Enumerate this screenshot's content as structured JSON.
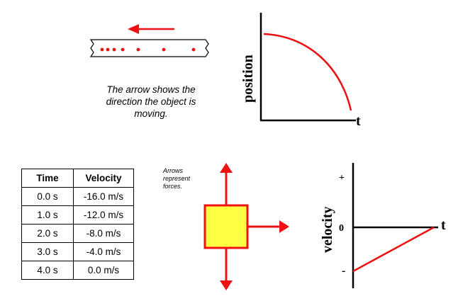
{
  "motion_caption": [
    "The arrow shows the",
    "direction the object is",
    "moving."
  ],
  "position_graph": {
    "ylabel": "position",
    "xlabel": "t"
  },
  "table": {
    "headers": [
      "Time",
      "Velocity"
    ],
    "rows": [
      [
        "0.0 s",
        "-16.0 m/s"
      ],
      [
        "1.0 s",
        "-12.0 m/s"
      ],
      [
        "2.0 s",
        "-8.0 m/s"
      ],
      [
        "3.0 s",
        "-4.0 m/s"
      ],
      [
        "4.0 s",
        "0.0 m/s"
      ]
    ]
  },
  "forces_note": [
    "Arrows",
    "represent",
    "forces."
  ],
  "velocity_graph": {
    "ylabel": "velocity",
    "xlabel": "t",
    "plus": "+",
    "zero": "0",
    "minus": "-"
  },
  "colors": {
    "accent": "#ee1111",
    "box_fill": "#ffff44",
    "ink": "#000000"
  }
}
